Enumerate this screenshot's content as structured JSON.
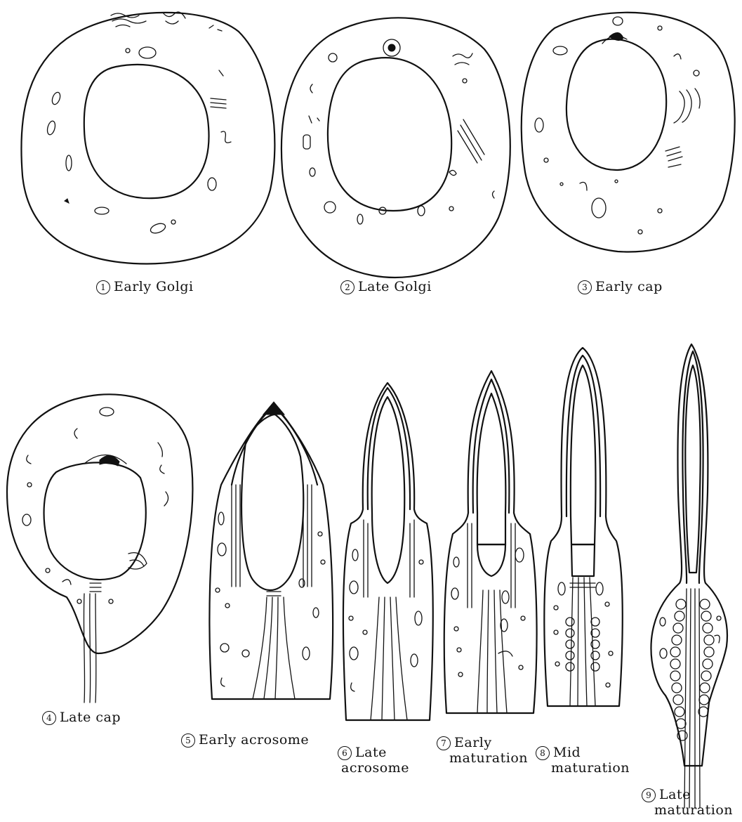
{
  "stages": [
    {
      "num": "1",
      "label": "Early Golgi"
    },
    {
      "num": "2",
      "label": "Late Golgi"
    },
    {
      "num": "3",
      "label": "Early cap"
    },
    {
      "num": "4",
      "label": "Late cap"
    },
    {
      "num": "5",
      "label": "Early acrosome"
    },
    {
      "num": "6",
      "line1": "Late",
      "line2": "acrosome"
    },
    {
      "num": "7",
      "line1": "Early",
      "line2": "maturation"
    },
    {
      "num": "8",
      "line1": "Mid",
      "line2": "maturation"
    },
    {
      "num": "9",
      "line1": "Late",
      "line2": "maturation"
    }
  ]
}
